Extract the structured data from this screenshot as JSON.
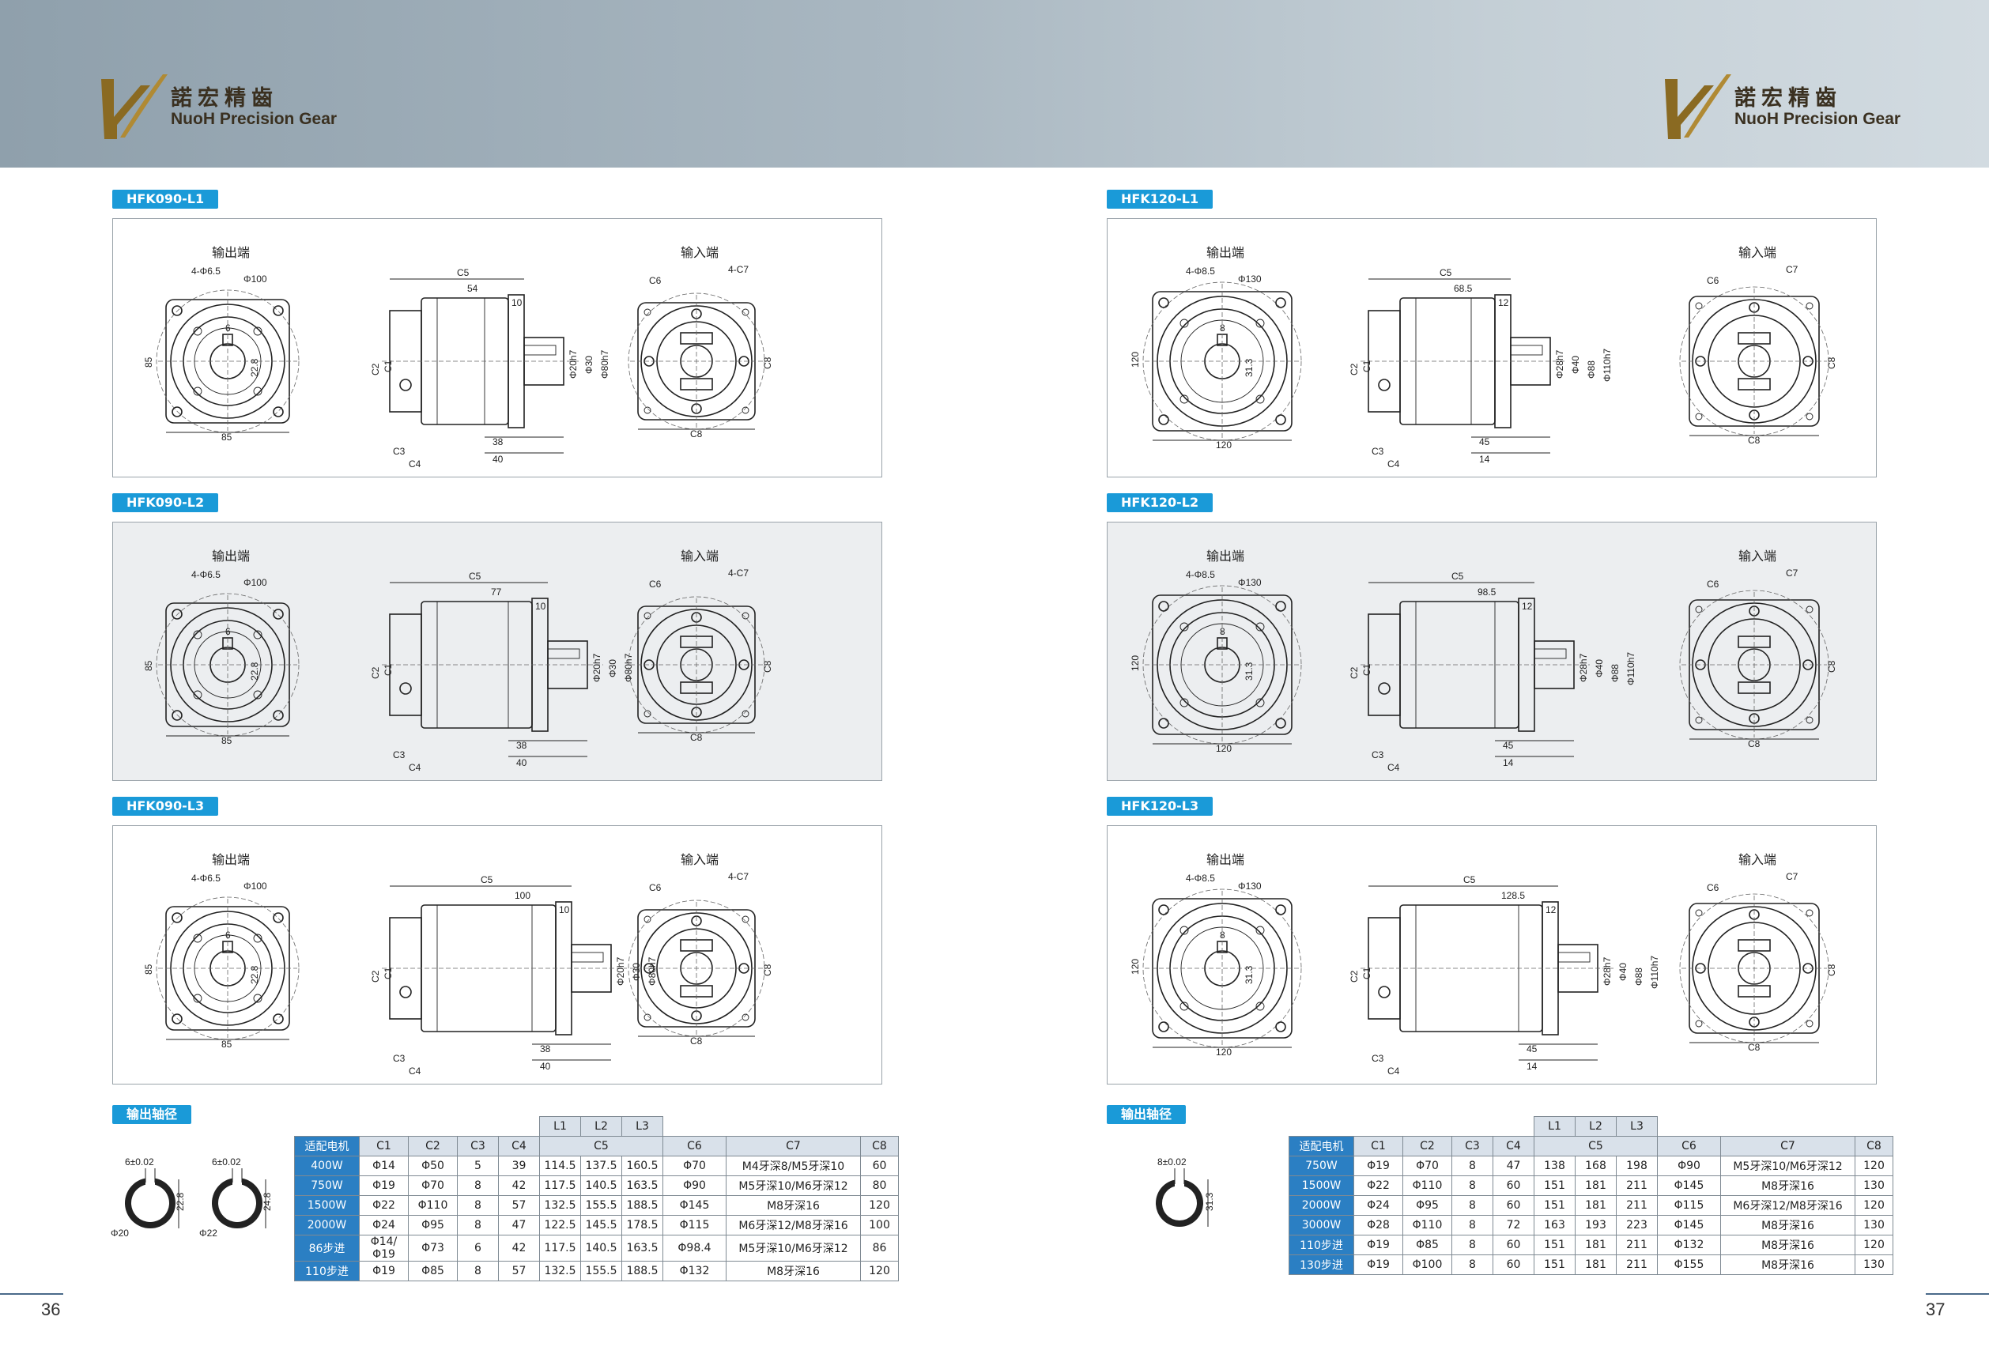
{
  "brand": {
    "cn": "諾宏精齒",
    "en": "NuoH Precision Gear",
    "gold": "#8a6a22"
  },
  "left": {
    "page_number": "36",
    "sections": [
      {
        "tag": "HFK090-L1",
        "out_label": "输出端",
        "in_label": "输入端",
        "hole": "4-Φ6.5",
        "pcd": "Φ100",
        "key": "6",
        "keyh": "22.8",
        "square": "85",
        "lenA": "54",
        "lenB": "10",
        "lenC": "38",
        "lenD": "40",
        "od1": "Φ20h7",
        "od2": "Φ30",
        "od3": "Φ80h7",
        "c7": "4-C7"
      },
      {
        "tag": "HFK090-L2",
        "out_label": "输出端",
        "in_label": "输入端",
        "hole": "4-Φ6.5",
        "pcd": "Φ100",
        "key": "6",
        "keyh": "22.8",
        "square": "85",
        "lenA": "77",
        "lenB": "10",
        "lenC": "38",
        "lenD": "40",
        "od1": "Φ20h7",
        "od2": "Φ30",
        "od3": "Φ80h7",
        "c7": "4-C7"
      },
      {
        "tag": "HFK090-L3",
        "out_label": "输出端",
        "in_label": "输入端",
        "hole": "4-Φ6.5",
        "pcd": "Φ100",
        "key": "6",
        "keyh": "22.8",
        "square": "85",
        "lenA": "100",
        "lenB": "10",
        "lenC": "38",
        "lenD": "40",
        "od1": "Φ20h7",
        "od2": "Φ30",
        "od3": "Φ80h7",
        "c7": "4-C7"
      }
    ],
    "shaft_tag": "输出轴径",
    "shaft1": {
      "key": "6±0.02",
      "h": "22.8",
      "d": "Φ20"
    },
    "shaft2": {
      "key": "6±0.02",
      "h": "24.8",
      "d": "Φ22"
    },
    "table": {
      "group": [
        "L1",
        "L2",
        "L3"
      ],
      "header": [
        "适配电机",
        "C1",
        "C2",
        "C3",
        "C4",
        "C5",
        "C6",
        "C7",
        "C8"
      ],
      "rows": [
        [
          "400W",
          "Φ14",
          "Φ50",
          "5",
          "39",
          "114.5",
          "137.5",
          "160.5",
          "Φ70",
          "M4牙深8/M5牙深10",
          "60"
        ],
        [
          "750W",
          "Φ19",
          "Φ70",
          "8",
          "42",
          "117.5",
          "140.5",
          "163.5",
          "Φ90",
          "M5牙深10/M6牙深12",
          "80"
        ],
        [
          "1500W",
          "Φ22",
          "Φ110",
          "8",
          "57",
          "132.5",
          "155.5",
          "188.5",
          "Φ145",
          "M8牙深16",
          "120"
        ],
        [
          "2000W",
          "Φ24",
          "Φ95",
          "8",
          "47",
          "122.5",
          "145.5",
          "178.5",
          "Φ115",
          "M6牙深12/M8牙深16",
          "100"
        ],
        [
          "86步进",
          "Φ14/Φ19",
          "Φ73",
          "6",
          "42",
          "117.5",
          "140.5",
          "163.5",
          "Φ98.4",
          "M5牙深10/M6牙深12",
          "86"
        ],
        [
          "110步进",
          "Φ19",
          "Φ85",
          "8",
          "57",
          "132.5",
          "155.5",
          "188.5",
          "Φ132",
          "M8牙深16",
          "120"
        ]
      ]
    }
  },
  "right": {
    "page_number": "37",
    "sections": [
      {
        "tag": "HFK120-L1",
        "out_label": "输出端",
        "in_label": "输入端",
        "hole": "4-Φ8.5",
        "pcd": "Φ130",
        "key": "8",
        "keyh": "31.3",
        "square": "120",
        "lenA": "68.5",
        "lenB": "12",
        "lenC": "45",
        "lenD": "14",
        "od1": "Φ28h7",
        "od2": "Φ40",
        "od3": "Φ88",
        "od4": "Φ110h7",
        "c7": "C7"
      },
      {
        "tag": "HFK120-L2",
        "out_label": "输出端",
        "in_label": "输入端",
        "hole": "4-Φ8.5",
        "pcd": "Φ130",
        "key": "8",
        "keyh": "31.3",
        "square": "120",
        "lenA": "98.5",
        "lenB": "12",
        "lenC": "45",
        "lenD": "14",
        "od1": "Φ28h7",
        "od2": "Φ40",
        "od3": "Φ88",
        "od4": "Φ110h7",
        "c7": "C7"
      },
      {
        "tag": "HFK120-L3",
        "out_label": "输出端",
        "in_label": "输入端",
        "hole": "4-Φ8.5",
        "pcd": "Φ130",
        "key": "8",
        "keyh": "31.3",
        "square": "120",
        "lenA": "128.5",
        "lenB": "12",
        "lenC": "45",
        "lenD": "14",
        "od1": "Φ28h7",
        "od2": "Φ40",
        "od3": "Φ88",
        "od4": "Φ110h7",
        "c7": "C7"
      }
    ],
    "shaft_tag": "输出轴径",
    "shaft1": {
      "key": "8±0.02",
      "h": "31.3"
    },
    "table": {
      "group": [
        "L1",
        "L2",
        "L3"
      ],
      "header": [
        "适配电机",
        "C1",
        "C2",
        "C3",
        "C4",
        "C5",
        "C6",
        "C7",
        "C8"
      ],
      "rows": [
        [
          "750W",
          "Φ19",
          "Φ70",
          "8",
          "47",
          "138",
          "168",
          "198",
          "Φ90",
          "M5牙深10/M6牙深12",
          "120"
        ],
        [
          "1500W",
          "Φ22",
          "Φ110",
          "8",
          "60",
          "151",
          "181",
          "211",
          "Φ145",
          "M8牙深16",
          "130"
        ],
        [
          "2000W",
          "Φ24",
          "Φ95",
          "8",
          "60",
          "151",
          "181",
          "211",
          "Φ115",
          "M6牙深12/M8牙深16",
          "120"
        ],
        [
          "3000W",
          "Φ28",
          "Φ110",
          "8",
          "72",
          "163",
          "193",
          "223",
          "Φ145",
          "M8牙深16",
          "130"
        ],
        [
          "110步进",
          "Φ19",
          "Φ85",
          "8",
          "60",
          "151",
          "181",
          "211",
          "Φ132",
          "M8牙深16",
          "120"
        ],
        [
          "130步进",
          "Φ19",
          "Φ100",
          "8",
          "60",
          "151",
          "181",
          "211",
          "Φ155",
          "M8牙深16",
          "130"
        ]
      ]
    }
  }
}
